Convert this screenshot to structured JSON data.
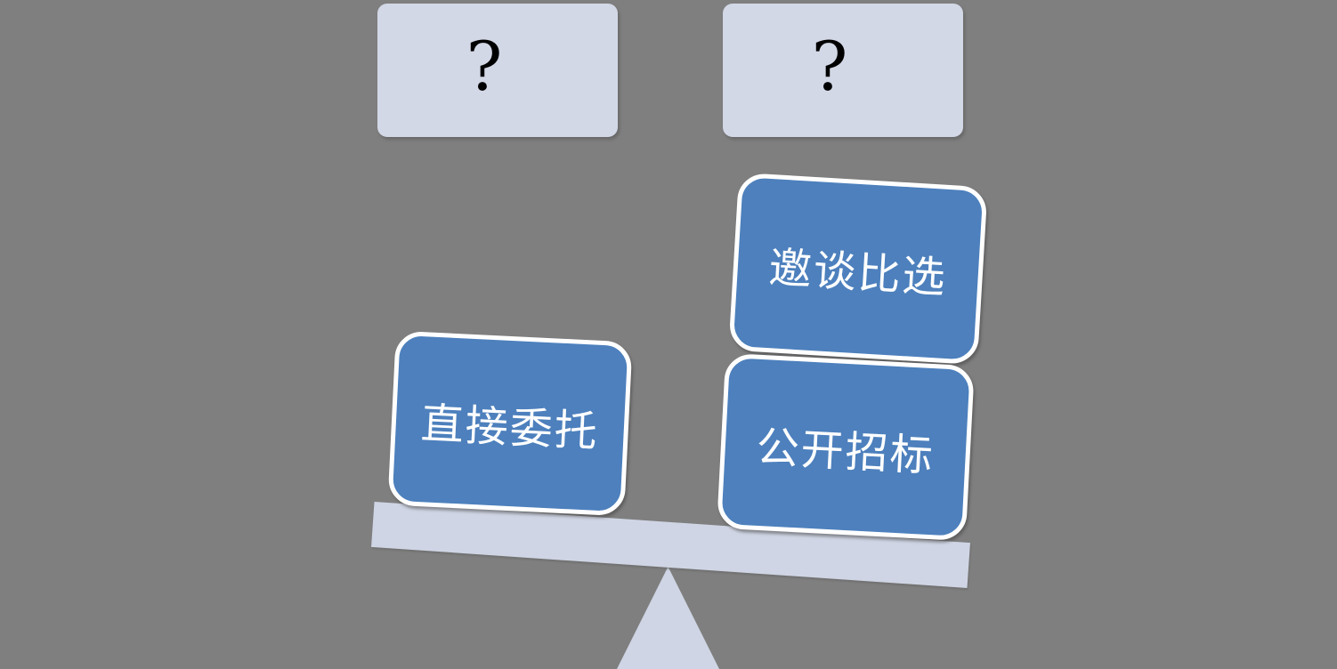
{
  "balance": {
    "question_left": {
      "label": "?"
    },
    "question_right": {
      "label": "?"
    },
    "invited_negotiation": {
      "label": "邀谈比选"
    },
    "direct_commission": {
      "label": "直接委托"
    },
    "open_tender": {
      "label": "公开招标"
    }
  },
  "colors": {
    "background": "#7f7f7f",
    "question_box_fill": "#d3d8e7",
    "question_mark": "#000000",
    "option_box_fill": "#4d80bd",
    "option_box_border": "#ffffff",
    "option_text": "#ffffff",
    "beam_fill": "#cfd5e4"
  }
}
